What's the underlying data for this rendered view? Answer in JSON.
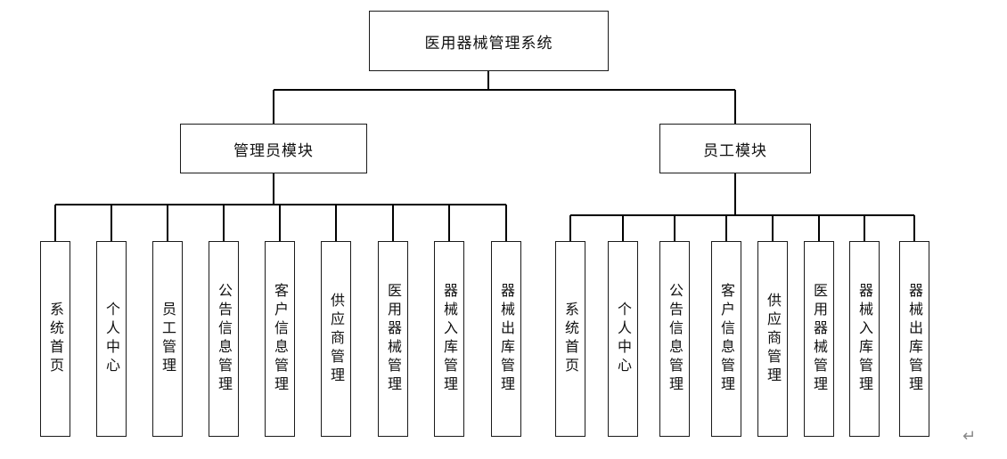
{
  "root": {
    "label": "医用器械管理系统"
  },
  "admin": {
    "label": "管理员模块",
    "children": [
      "系统首页",
      "个人中心",
      "员工管理",
      "公告信息管理",
      "客户信息管理",
      "供应商管理",
      "医用器械管理",
      "器械入库管理",
      "器械出库管理"
    ]
  },
  "staff": {
    "label": "员工模块",
    "children": [
      "系统首页",
      "个人中心",
      "公告信息管理",
      "客户信息管理",
      "供应商管理",
      "医用器械管理",
      "器械入库管理",
      "器械出库管理"
    ]
  },
  "paragraph_mark": "↵"
}
